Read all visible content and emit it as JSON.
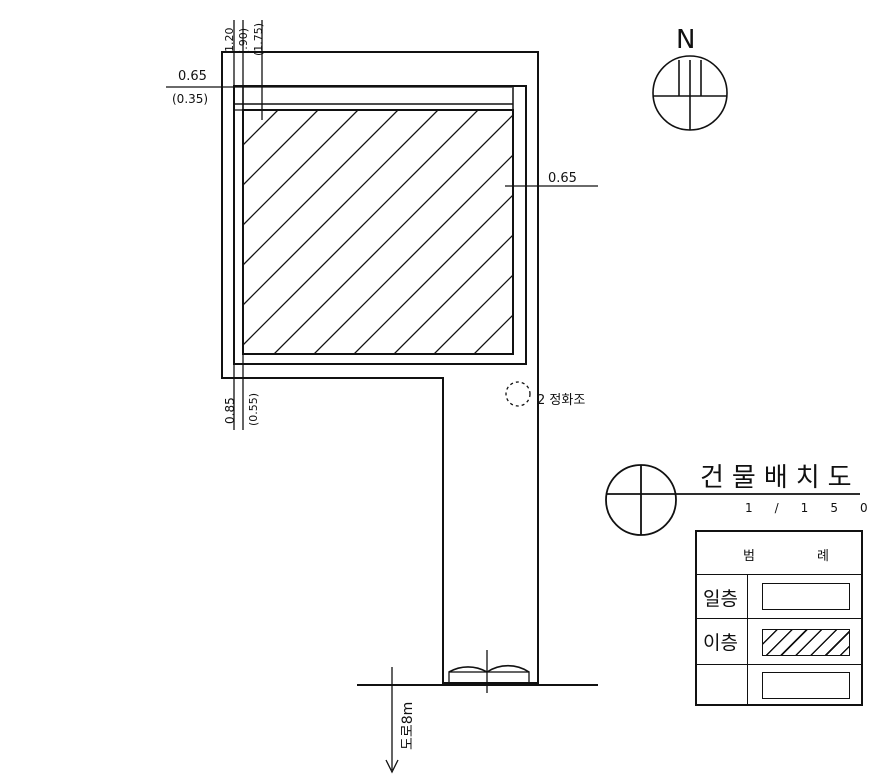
{
  "title": "건물배치도",
  "scale": "1/150",
  "north_label": "N",
  "dims": {
    "left_top_1": "0.65",
    "left_top_2": "(0.35)",
    "right_side": "0.65",
    "top_1": "1.20",
    "top_2": "(.90)",
    "top_3": "(1.75)",
    "bottom_1": "0.85",
    "bottom_2": "(0.55)"
  },
  "utility_label": "2 정화조",
  "road_label": "도로8m",
  "legend": {
    "header_1": "범",
    "header_2": "례",
    "rows": [
      {
        "label": "일층",
        "pattern": "plain"
      },
      {
        "label": "이층",
        "pattern": "hatched"
      },
      {
        "label": "",
        "pattern": "plain"
      }
    ]
  }
}
